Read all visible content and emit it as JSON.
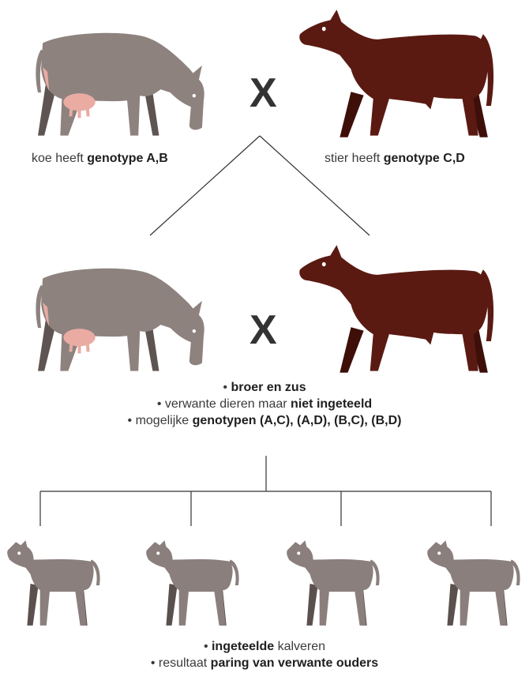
{
  "colors": {
    "cow": "#8d827e",
    "cow_dark": "#5e5451",
    "udder": "#e9aba2",
    "bull": "#5a1a12",
    "bull_dark": "#3e0f09",
    "calf": "#8a7f7c",
    "calf_dark": "#5a504d",
    "line": "#333333"
  },
  "icons": [
    "cow-icon",
    "bull-icon",
    "calf-icon"
  ],
  "parents": {
    "cross_symbol": "X",
    "cow_caption_prefix": "koe heeft ",
    "cow_caption_bold": "genotype A,B",
    "bull_caption_prefix": "stier heeft ",
    "bull_caption_bold": "genotype C,D"
  },
  "siblings": {
    "cross_symbol": "X",
    "line1_bullet": "• ",
    "line1_bold": "broer en zus",
    "line2_prefix": "• verwante dieren maar ",
    "line2_bold": "niet ingeteeld",
    "line3_prefix": "• mogelijke ",
    "line3_bold": "genotypen (A,C), (A,D), (B,C), (B,D)"
  },
  "calves": {
    "line1_bullet": "• ",
    "line1_bold": "ingeteelde",
    "line1_suffix": " kalveren",
    "line2_prefix": "• resultaat ",
    "line2_bold": "paring van verwante ouders"
  }
}
